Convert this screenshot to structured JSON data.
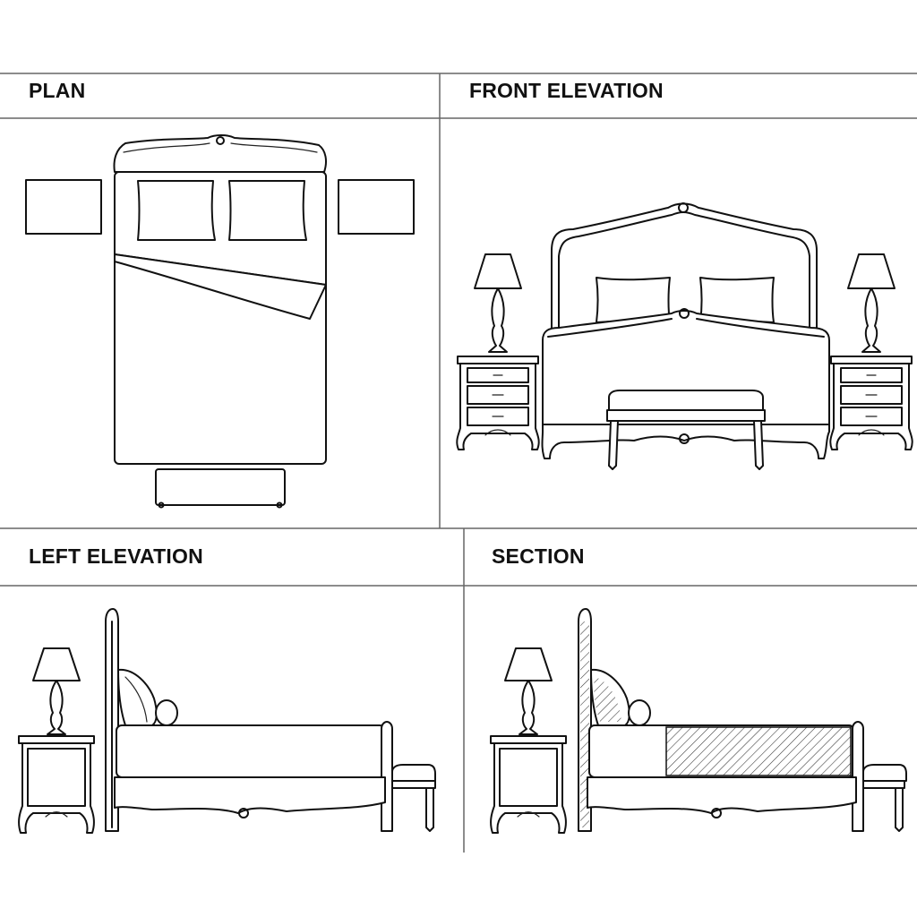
{
  "panels": {
    "plan": {
      "title": "PLAN"
    },
    "front": {
      "title": "FRONT ELEVATION"
    },
    "left": {
      "title": "LEFT ELEVATION"
    },
    "section": {
      "title": "SECTION"
    }
  },
  "colors": {
    "ink": "#111111",
    "frame": "#666666",
    "background": "#ffffff"
  }
}
